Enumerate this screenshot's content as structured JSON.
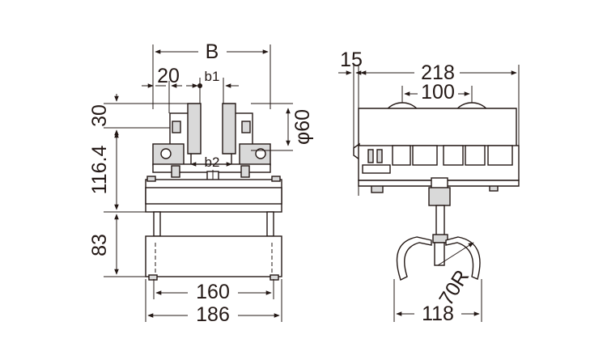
{
  "front_view": {
    "dims": {
      "width_b": "B",
      "offset_20": "20",
      "b1": "b1",
      "b2": "b2",
      "h30": "30",
      "h116": "116.4",
      "h83": "83",
      "w160": "160",
      "w186": "186",
      "phi60": "φ60"
    }
  },
  "side_view": {
    "dims": {
      "d15": "15",
      "d218": "218",
      "d100": "100",
      "d118": "118",
      "r70": "70R"
    }
  }
}
